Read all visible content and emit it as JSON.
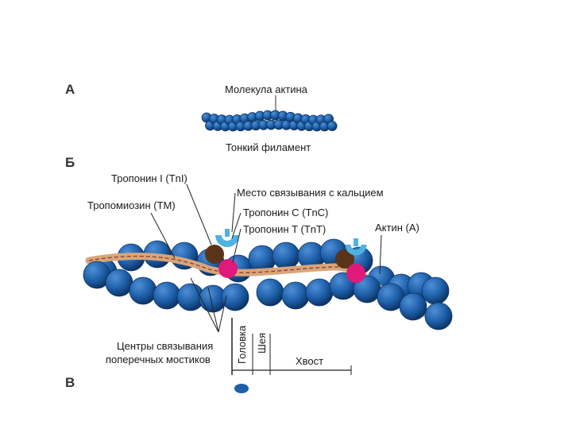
{
  "sections": {
    "a": "А",
    "b": "Б",
    "c": "В"
  },
  "labels": {
    "actin_molecule": "Молекула актина",
    "thin_filament": "Тонкий филамент",
    "troponin_i": "Тропонин I (TnI)",
    "tropomyosin": "Тропомиозин (ТМ)",
    "calcium_site": "Место связывания с кальцием",
    "troponin_c": "Тропонин C (TnC)",
    "troponin_t": "Тропонин T (TnT)",
    "actin": "Актин (А)",
    "crossbridge_line1": "Центры связывания",
    "crossbridge_line2": "поперечных мостиков",
    "head": "Головка",
    "neck": "Шея",
    "tail": "Хвост"
  },
  "colors": {
    "actin": "#1d5fa8",
    "actin_dark": "#0d3568",
    "tropomyosin": "#d9a57c",
    "tropomyosin_line": "#8a4a2a",
    "troponin_i": "#5a3418",
    "troponin_c": "#4fb2e0",
    "troponin_t": "#e0197a"
  },
  "icons": [
    "actin-bead-icon",
    "troponin-complex-icon"
  ]
}
